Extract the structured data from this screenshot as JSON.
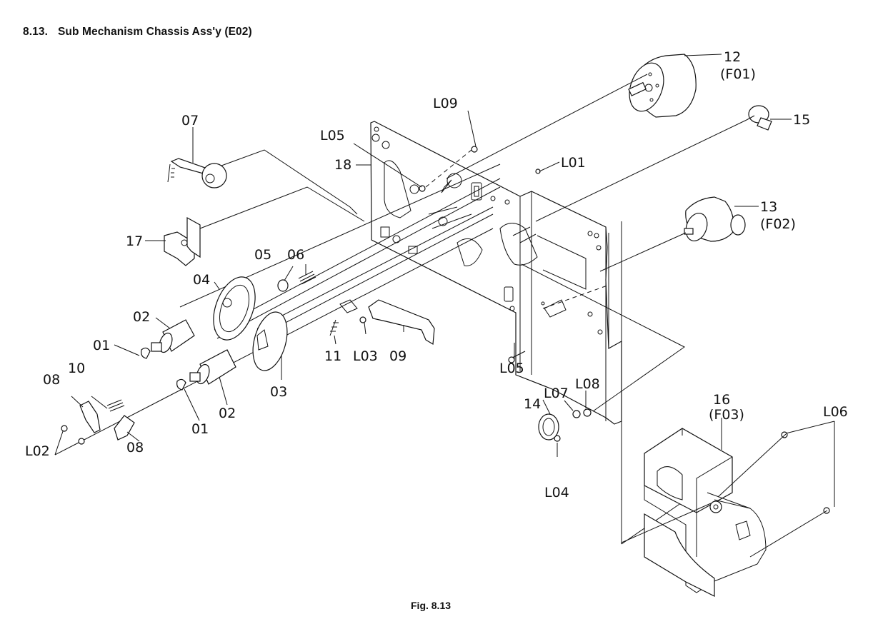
{
  "header": {
    "section_number": "8.13.",
    "section_title": "Sub Mechanism Chassis Ass'y (E02)"
  },
  "figure": {
    "caption": "Fig. 8.13"
  },
  "callouts": {
    "p01a": "01",
    "p01b": "01",
    "p02a": "02",
    "p02b": "02",
    "p03": "03",
    "p04": "04",
    "p05": "05",
    "p06": "06",
    "p07": "07",
    "p08a": "08",
    "p08b": "08",
    "p09": "09",
    "p10": "10",
    "p11": "11",
    "p12": "12",
    "p12_sub": "(F01)",
    "p13": "13",
    "p13_sub": "(F02)",
    "p14": "14",
    "p15": "15",
    "p16": "16",
    "p16_sub": "(F03)",
    "p17": "17",
    "p18": "18",
    "L01": "L01",
    "L02": "L02",
    "L03": "L03",
    "L04": "L04",
    "L05a": "L05",
    "L05b": "L05",
    "L06": "L06",
    "L07": "L07",
    "L08": "L08",
    "L09": "L09"
  }
}
